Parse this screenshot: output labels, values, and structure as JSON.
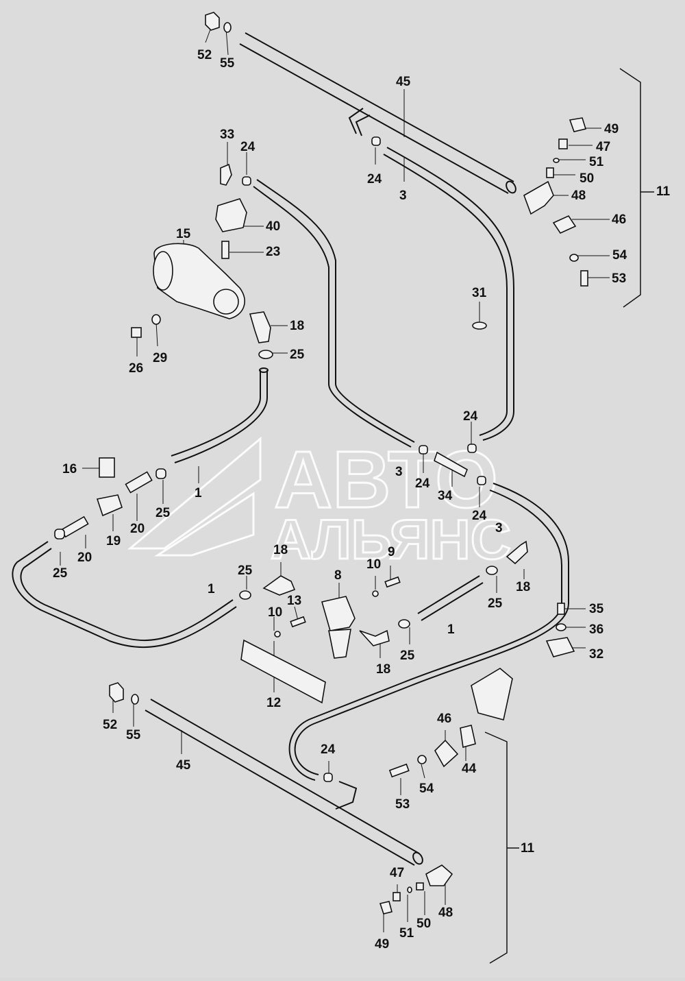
{
  "watermark": {
    "line1": "АВТО",
    "line2": "АЛЬЯНС"
  },
  "labels": {
    "p52a": "52",
    "p55a": "55",
    "p45a": "45",
    "p49a": "49",
    "p47a": "47",
    "p51a": "51",
    "p50a": "50",
    "p48a": "48",
    "p11a": "11",
    "p46a": "46",
    "p54a": "54",
    "p53a": "53",
    "p33": "33",
    "p24a": "24",
    "p24b": "24",
    "p3a": "3",
    "p40": "40",
    "p15": "15",
    "p23": "23",
    "p31": "31",
    "p18a": "18",
    "p25a": "25",
    "p26": "26",
    "p29": "29",
    "p24c": "24",
    "p16": "16",
    "p1a": "1",
    "p3b": "3",
    "p24d": "24",
    "p34": "34",
    "p24e": "24",
    "p3c": "3",
    "p25b": "25",
    "p20a": "20",
    "p19": "19",
    "p20b": "20",
    "p25c": "25",
    "p18b": "18",
    "p9": "9",
    "p10a": "10",
    "p8": "8",
    "p18c": "18",
    "p25d": "25",
    "p1b": "1",
    "p25e": "25",
    "p13": "13",
    "p10b": "10",
    "p1c": "1",
    "p35": "35",
    "p36": "36",
    "p32": "32",
    "p25f": "25",
    "p18d": "18",
    "p12": "12",
    "p52b": "52",
    "p55b": "55",
    "p45b": "45",
    "p46b": "46",
    "p44": "44",
    "p24f": "24",
    "p53b": "53",
    "p54b": "54",
    "p11b": "11",
    "p47b": "47",
    "p48b": "48",
    "p49b": "49",
    "p51b": "51",
    "p50b": "50"
  }
}
